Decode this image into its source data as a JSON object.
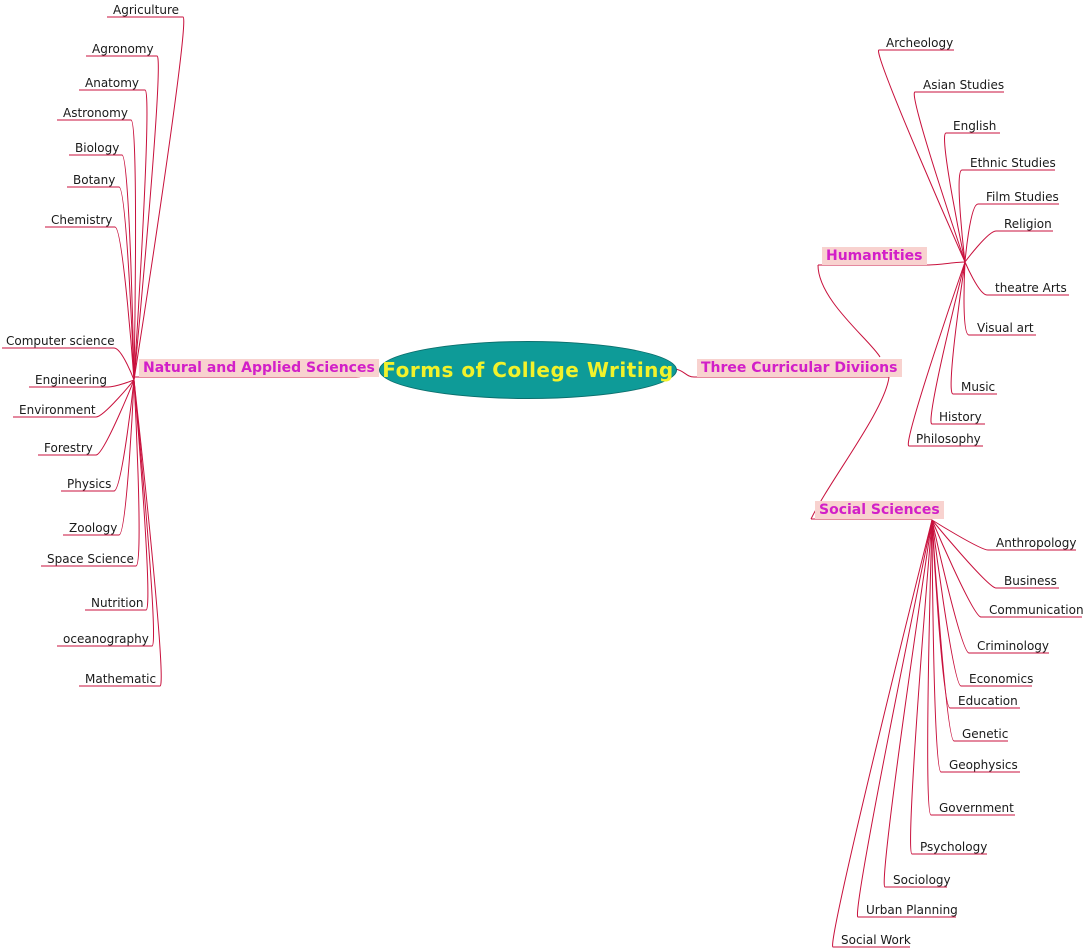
{
  "root": "Forms of College Writing",
  "branches": {
    "natural": "Natural and Applied Sciences",
    "three": "Three Curricular Diviions",
    "humanities": "Humantities",
    "social": "Social Sciences"
  },
  "natural_items": [
    "Agriculture",
    "Agronomy",
    "Anatomy",
    "Astronomy",
    "Biology",
    "Botany",
    "Chemistry",
    "Computer science",
    "Engineering",
    "Environment",
    "Forestry",
    "Physics",
    "Zoology",
    "Space Science",
    "Nutrition",
    "oceanography",
    "Mathematic"
  ],
  "humanities_items": [
    "Archeology",
    "Asian Studies",
    "English",
    "Ethnic Studies",
    "Film Studies",
    "Religion",
    "theatre Arts",
    "Visual art",
    "Music",
    "History",
    "Philosophy"
  ],
  "social_items": [
    "Anthropology",
    "Business",
    "Communication",
    "Criminology",
    "Economics",
    "Education",
    "Genetic",
    "Geophysics",
    "Government",
    "Psychology",
    "Sociology",
    "Urban Planning",
    "Social Work"
  ],
  "colors": {
    "link": "#c8103c",
    "root_fill": "#0e9b98",
    "root_text": "#f2f22b",
    "branch_text": "#d21fc8",
    "branch_bg": "#f8d2cf"
  }
}
